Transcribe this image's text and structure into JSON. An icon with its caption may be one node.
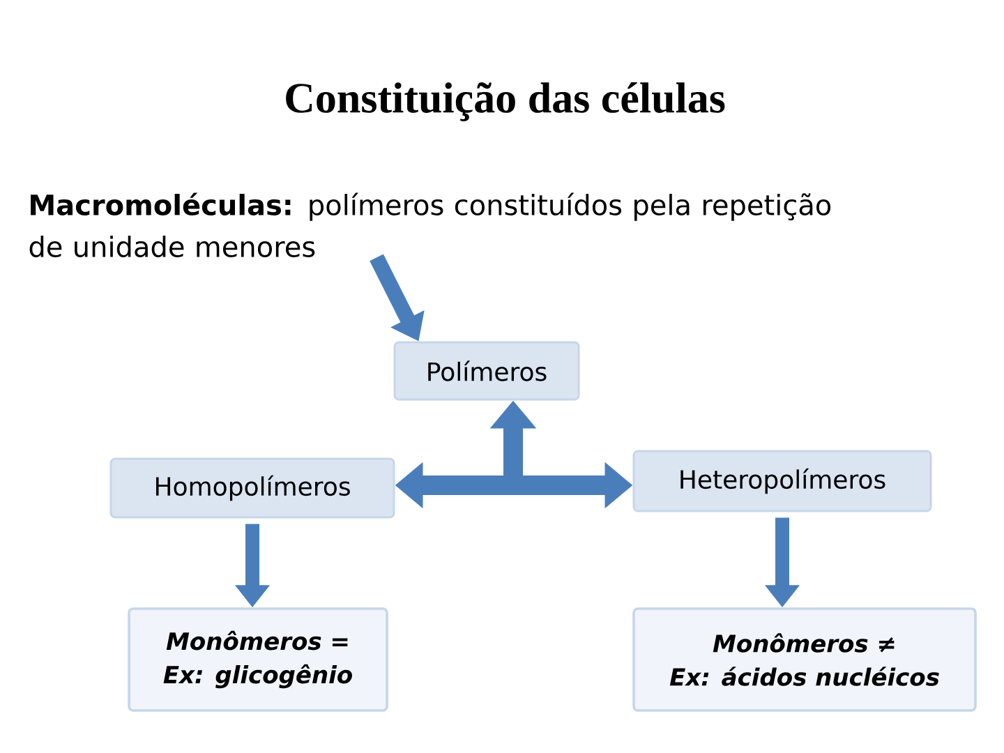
{
  "diagram": {
    "title": "Constituição das células",
    "nodes": [
      {
        "text": [
          "**Macromoléculas:** polímeros constituídos pela repetição de unidade menores"
        ]
      },
      {
        "text": [
          "Polímeros"
        ]
      },
      {
        "text": [
          "Homopolímeros"
        ]
      },
      {
        "text": [
          "Heteropolímeros"
        ]
      },
      {
        "text": [
          "Monômeros =",
          "Ex: glicogênio"
        ]
      },
      {
        "text": [
          "Monômeros ≠",
          "Ex: ácidos nucléicos"
        ]
      }
    ],
    "edges": [
      {
        "from": 0,
        "to": 1,
        "arrow": "to"
      },
      {
        "from": 2,
        "to": 3,
        "arrow": "both"
      },
      {
        "from": null,
        "to": 1,
        "arrow": "to"
      },
      {
        "from": 2,
        "to": 4,
        "arrow": "to"
      },
      {
        "from": 3,
        "to": 5,
        "arrow": "to"
      }
    ]
  }
}
